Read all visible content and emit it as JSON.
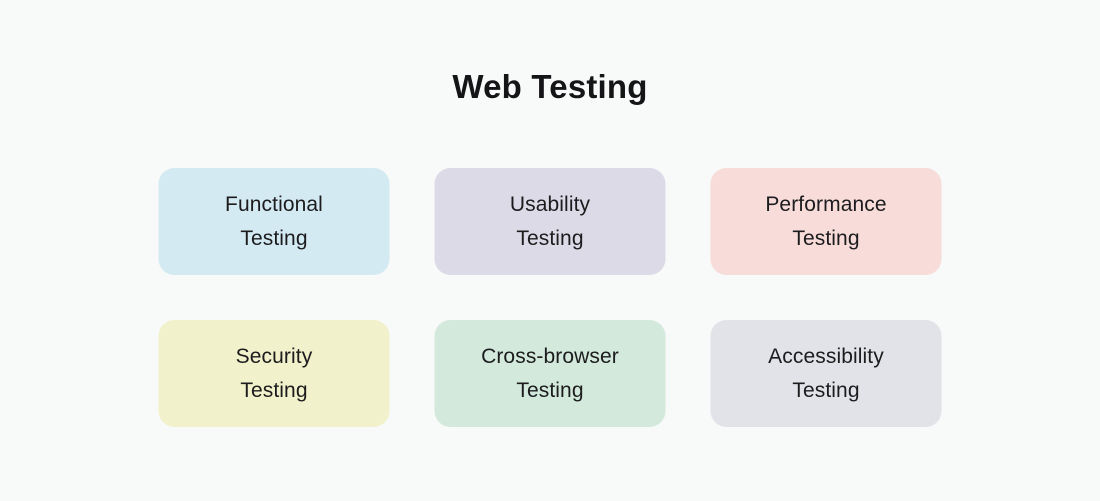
{
  "page": {
    "background_color": "#f8f9f9",
    "text_color": "#1c1c1e"
  },
  "title": {
    "text": "Web Testing",
    "color": "#151517"
  },
  "cards": [
    {
      "name": "functional-testing",
      "line1": "Functional",
      "line2": "Testing",
      "bg": "#d4eaf2"
    },
    {
      "name": "usability-testing",
      "line1": "Usability",
      "line2": "Testing",
      "bg": "#dbdae6"
    },
    {
      "name": "performance-testing",
      "line1": "Performance",
      "line2": "Testing",
      "bg": "#f7dcd9"
    },
    {
      "name": "security-testing",
      "line1": "Security",
      "line2": "Testing",
      "bg": "#f1f1cb"
    },
    {
      "name": "cross-browser-testing",
      "line1": "Cross-browser",
      "line2": "Testing",
      "bg": "#d3e9dc"
    },
    {
      "name": "accessibility-testing",
      "line1": "Accessibility",
      "line2": "Testing",
      "bg": "#e2e3e8"
    }
  ]
}
